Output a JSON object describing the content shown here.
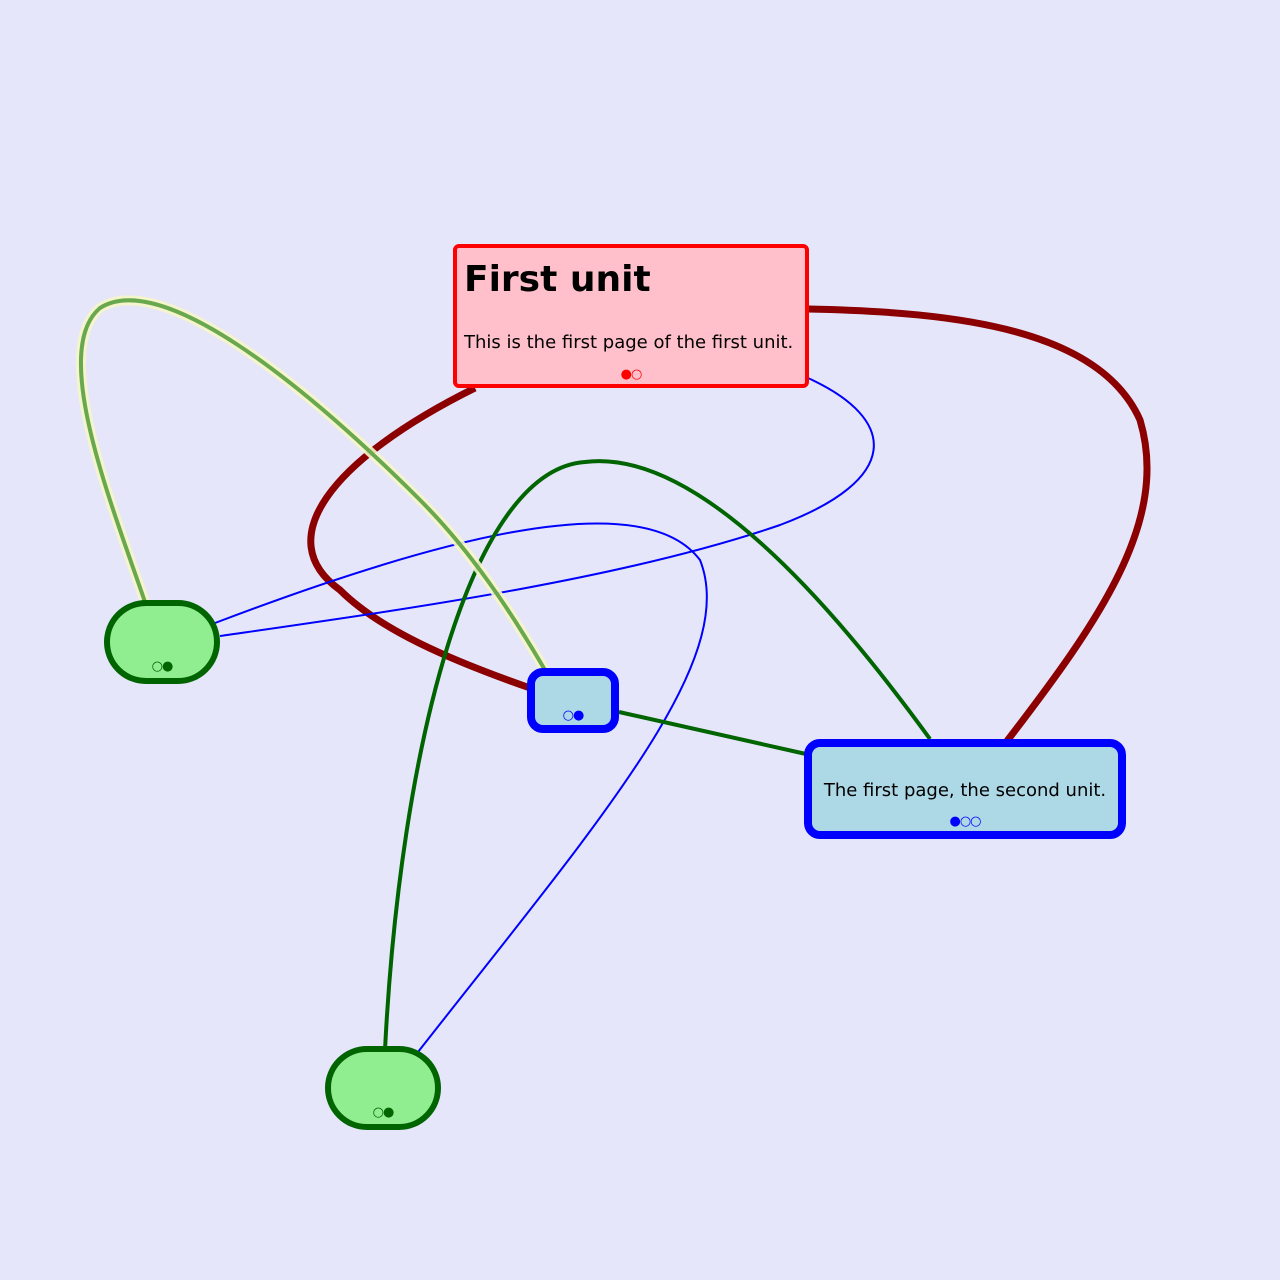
{
  "colors": {
    "background": "#e6e6fa",
    "unit_fill": "#ffc0cb",
    "unit_border": "#ff0000",
    "unit_edge": "#8b0000",
    "blue_fill": "#add8e6",
    "blue_border": "#0000ff",
    "green_fill": "#90ee90",
    "green_border": "#006400",
    "highlight_edge": "#6aa84f"
  },
  "units": [
    {
      "id": "first-unit",
      "title": "First unit",
      "text": "This is the first page of the first unit.",
      "indicator": "●○"
    }
  ],
  "pages": [
    {
      "id": "blue-small",
      "text": "",
      "indicator": "○●"
    },
    {
      "id": "blue-large",
      "text": "The first page, the second unit.",
      "indicator": "●○○"
    },
    {
      "id": "green-1",
      "text": "",
      "indicator": "○●"
    },
    {
      "id": "green-2",
      "text": "",
      "indicator": "○●"
    }
  ]
}
